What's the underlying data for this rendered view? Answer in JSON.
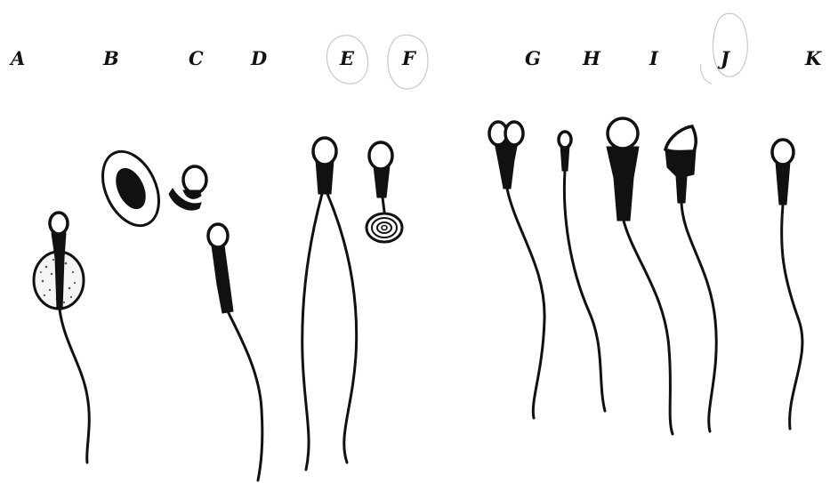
{
  "figure": {
    "labels": [
      "A",
      "B",
      "C",
      "D",
      "E",
      "F",
      "G",
      "H",
      "I",
      "J",
      "K"
    ]
  },
  "colors": {
    "ink": "#111111",
    "background": "#ffffff",
    "stray_marks": "#c8c8c8"
  }
}
